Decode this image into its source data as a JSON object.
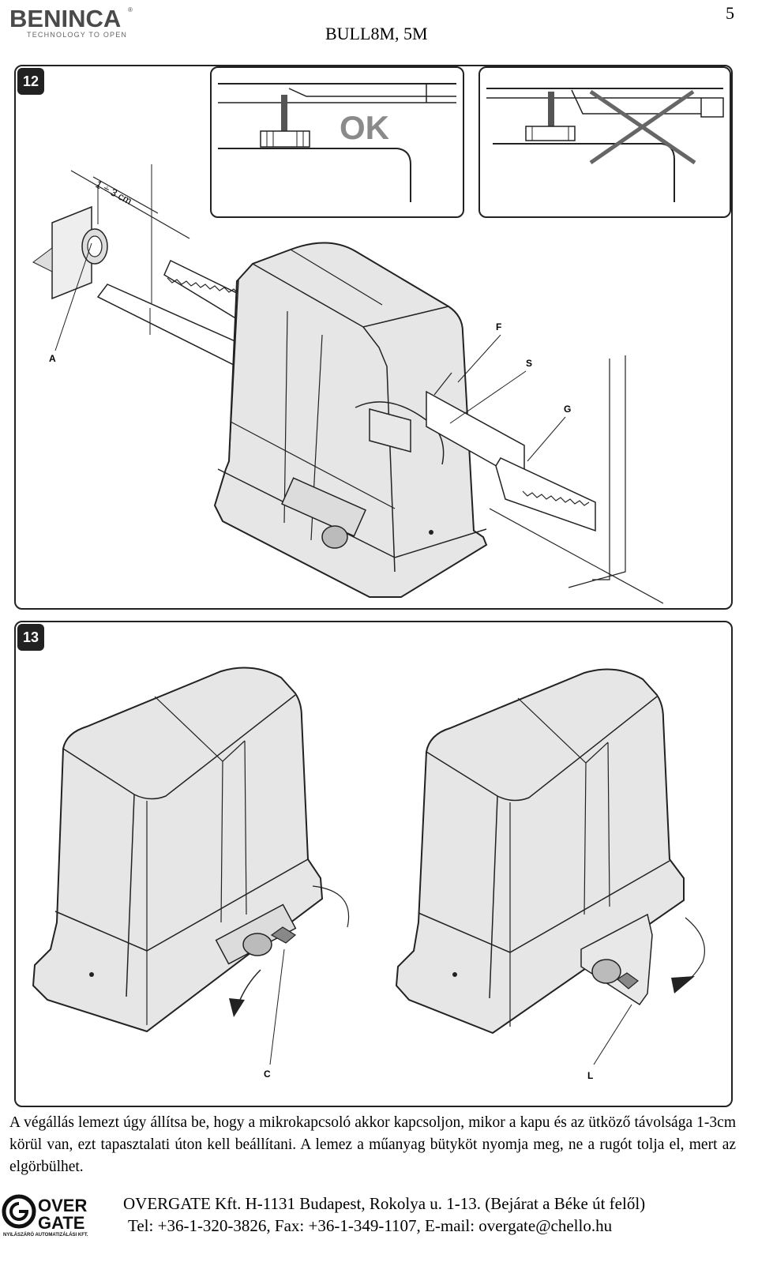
{
  "header": {
    "brand": "BENINCA",
    "brand_tagline": "TECHNOLOGY TO OPEN",
    "model": "BULL8M, 5M",
    "page_number": "5"
  },
  "figure12": {
    "number": "12",
    "inset_ok_label": "OK",
    "distance_label": "1 ÷ 3 cm",
    "labels": {
      "a": "A",
      "f": "F",
      "s": "S",
      "g": "G"
    }
  },
  "figure13": {
    "number": "13",
    "labels": {
      "c": "C",
      "l": "L"
    }
  },
  "caption": "A végállás lemezt úgy állítsa be, hogy a mikrokapcsoló akkor kapcsoljon, mikor a kapu és az ütköző távolsága 1-3cm körül van, ezt tapasztalati úton kell beállítani. A lemez a műanyag bütyköt nyomja meg, ne a rugót tolja el, mert az elgörbülhet.",
  "footer": {
    "logo_text_top": "OVER",
    "logo_text_bottom": "GATE",
    "logo_subtitle": "NYILÁSZÁRÓ AUTOMATIZÁLÁSI KFT.",
    "line1": "OVERGATE Kft. H-1131 Budapest, Rokolya u. 1-13. (Bejárat a Béke út felől)",
    "line2": "Tel: +36-1-320-3826, Fax: +36-1-349-1107, E-mail: overgate@chello.hu"
  }
}
